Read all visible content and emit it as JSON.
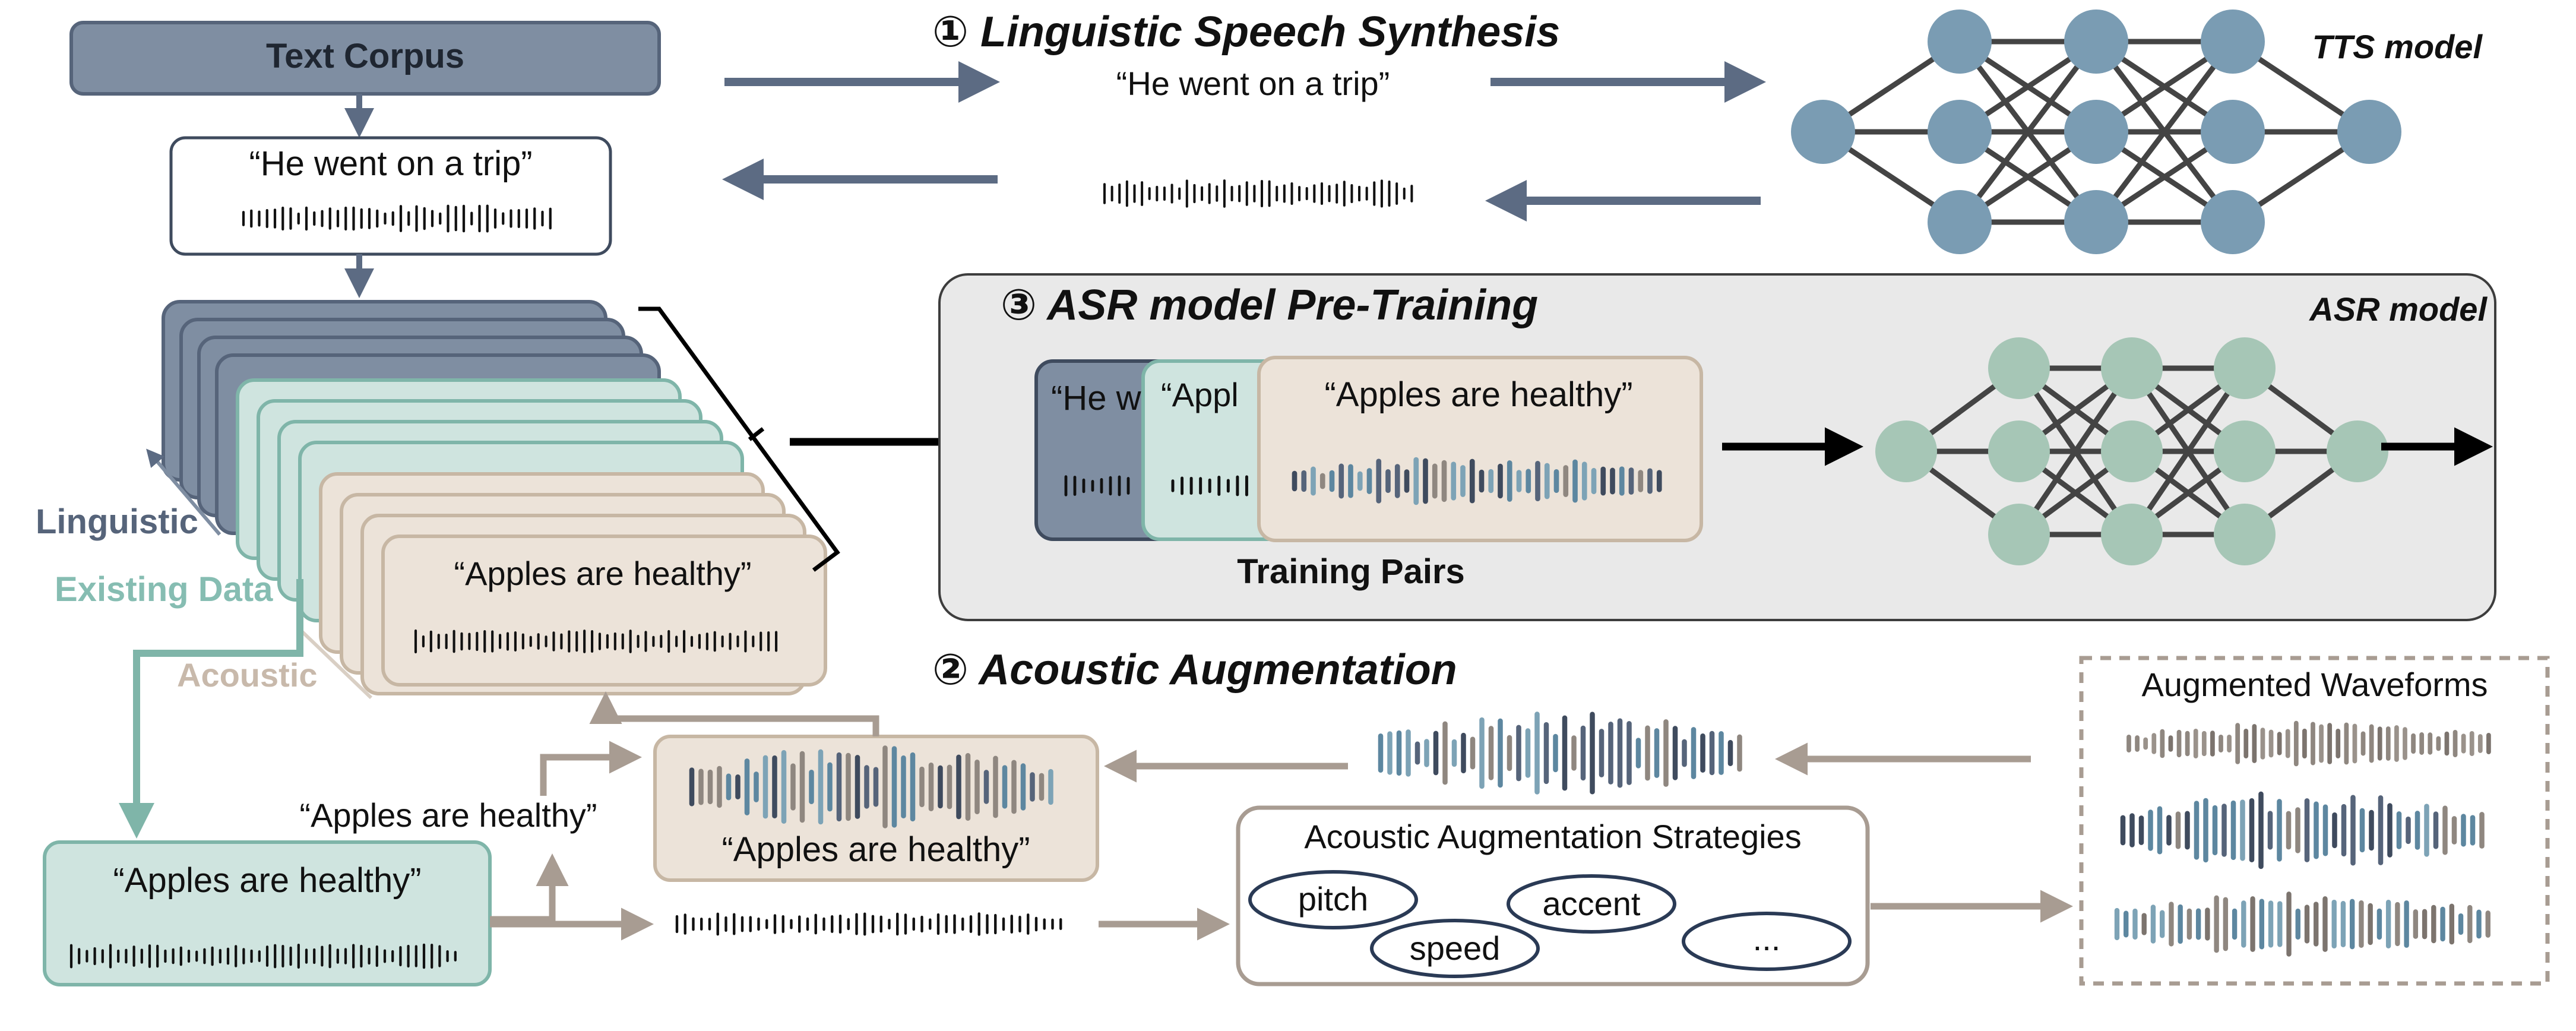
{
  "linguistic_synthesis": {
    "title": "① Linguistic Speech Synthesis",
    "text_corpus_label": "Text Corpus",
    "corpus_sentence": "“He went on a trip”",
    "synth_sentence": "“He went on a trip”",
    "tts_label": "TTS model"
  },
  "asr_pretraining": {
    "title": "③ ASR model Pre-Training",
    "asr_label": "ASR model",
    "training_pairs_label": "Training Pairs",
    "card_back_text": "“He w",
    "card_mid_text": "“Appl",
    "card_front_text": "“Apples are healthy”"
  },
  "stack": {
    "linguistic_label": "Linguistic",
    "existing_label": "Existing Data",
    "acoustic_label": "Acoustic",
    "front_card_text": "“Apples are healthy”"
  },
  "acoustic_augmentation": {
    "title": "② Acoustic Augmentation",
    "existing_sentence": "“Apples are healthy”",
    "branch_sentence": "“Apples are healthy”",
    "mixed_card_sentence": "“Apples are healthy”",
    "strategies_title": "Acoustic Augmentation Strategies",
    "strategies": [
      "pitch",
      "accent",
      "speed",
      "..."
    ],
    "augmented_title": "Augmented Waveforms"
  },
  "colors": {
    "slate": "#7f8ea2",
    "slate_dark": "#3f4b5e",
    "arrow_slate": "#5c6b83",
    "teal_fill": "#cfe4df",
    "teal_border": "#7fb5a9",
    "teal_text": "#86bdb2",
    "tan_fill": "#ece3d9",
    "tan_border": "#c7b7a4",
    "tan_arrow": "#a89c92",
    "node_blue": "#7a9cb3",
    "node_green": "#a6c6b6",
    "panel_gray": "#e9e9e9"
  }
}
